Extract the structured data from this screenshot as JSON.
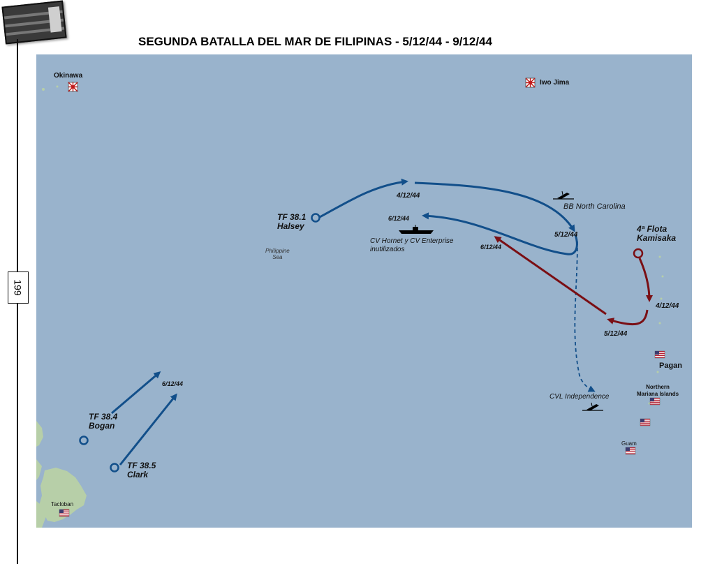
{
  "title": "SEGUNDA BATALLA DEL MAR DE FILIPINAS - 5/12/44 - 9/12/44",
  "page_number": "199",
  "colors": {
    "sea": "#99b3cc",
    "us_route": "#124f8a",
    "jp_route": "#7a0f14",
    "land": "#b7cfa8"
  },
  "places": {
    "okinawa": "Okinawa",
    "iwo_jima": "Iwo Jima",
    "philippine_sea_1": "Philippine",
    "philippine_sea_2": "Sea",
    "pagan": "Pagan",
    "northern_1": "Northern",
    "northern_2": "Mariana Islands",
    "guam": "Guam",
    "tacloban": "Tacloban"
  },
  "units": {
    "tf381_1": "TF 38.1",
    "tf381_2": "Halsey",
    "tf384_1": "TF 38.4",
    "tf384_2": "Bogan",
    "tf385_1": "TF 38.5",
    "tf385_2": "Clark",
    "kamikaze_1": "4ª Flota",
    "kamikaze_2": "Kamisaka"
  },
  "dates": {
    "d_4_top": "4/12/44",
    "d_5_north": "5/12/44",
    "d_6_nw": "6/12/44",
    "d_6_red": "6/12/44",
    "d_4_right": "4/12/44",
    "d_5_right": "5/12/44",
    "d_6_sw": "6/12/44"
  },
  "events": {
    "bb_north_carolina": "BB North Carolina",
    "cv_1": "CV Hornet y CV Enterprise",
    "cv_2": "inutilizados",
    "cvl_independence": "CVL Independence"
  },
  "icons": {
    "japan_marker": "rising-sun-flag-icon",
    "us_marker": "us-flag-icon",
    "sinking": "sinking-ship-icon",
    "carrier": "aircraft-carrier-icon"
  }
}
